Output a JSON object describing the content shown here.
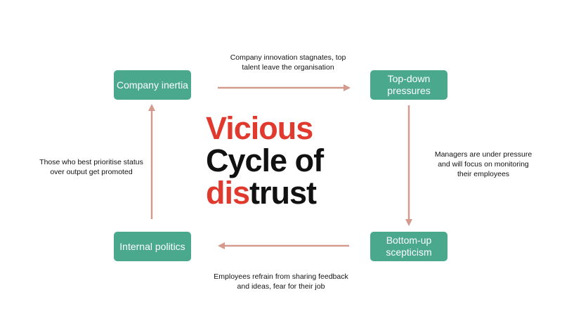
{
  "colors": {
    "box_fill": "#4aa98c",
    "arrow": "#d49a8e",
    "title_red": "#e03a2f",
    "title_dark": "#111111"
  },
  "nodes": {
    "company_inertia": "Company inertia",
    "top_down": "Top-down\npressures",
    "bottom_up": "Bottom-up\nscepticism",
    "internal_politics": "Internal politics"
  },
  "edges": {
    "top": "Company innovation stagnates, top\ntalent leave the organisation",
    "right": "Managers are under pressure\nand will focus on monitoring\ntheir employees",
    "bottom": "Employees refrain from sharing feedback\nand ideas, fear for their job",
    "left": "Those who best prioritise status\nover output get promoted"
  },
  "title": {
    "line1": "Vicious",
    "line2": "Cycle of",
    "line3_red": "dis",
    "line3_dark": "trust"
  }
}
